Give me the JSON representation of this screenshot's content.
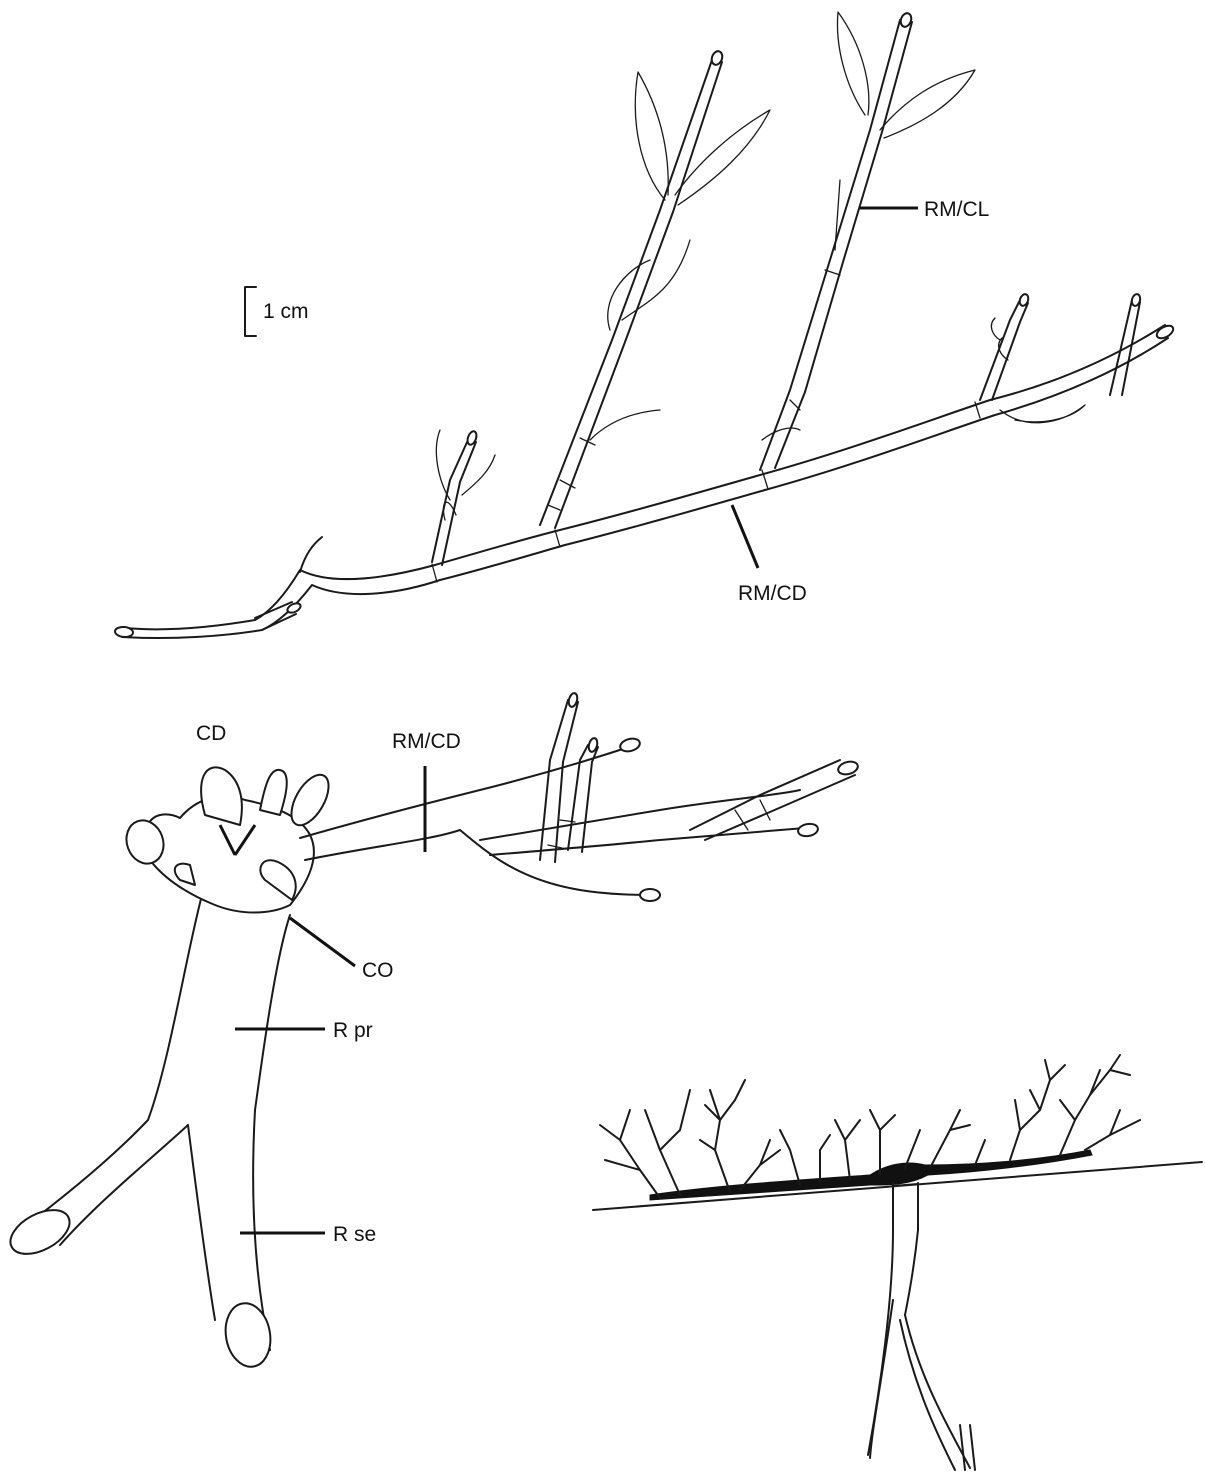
{
  "scale_bar": {
    "label": "1 cm"
  },
  "labels": {
    "rm_cl": "RM/CL",
    "rm_cd_top": "RM/CD",
    "cd": "CD",
    "rm_cd_mid": "RM/CD",
    "co": "CO",
    "r_pr": "R pr",
    "r_se": "R se"
  }
}
